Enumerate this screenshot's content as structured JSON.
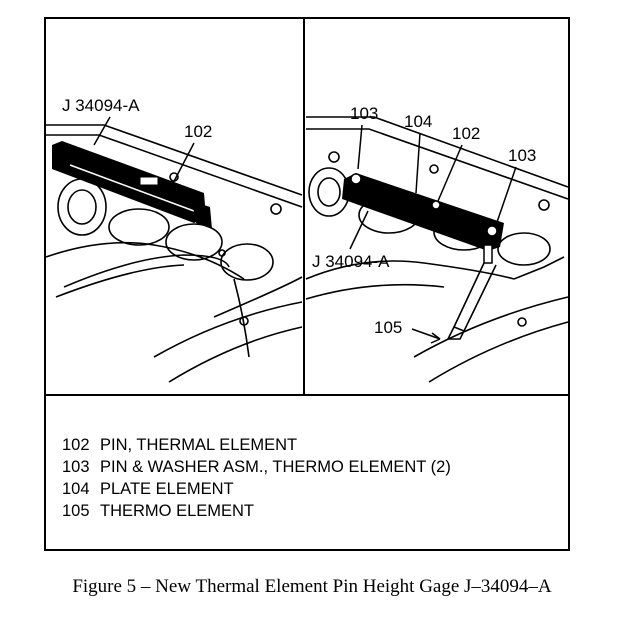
{
  "diagram": {
    "left_panel": {
      "labels": {
        "tool": "J 34094-A",
        "pin": "102"
      }
    },
    "right_panel": {
      "labels": {
        "washer_left": "103",
        "plate": "104",
        "pin": "102",
        "washer_right": "103",
        "tool": "J 34094-A",
        "thermo": "105"
      }
    }
  },
  "legend": [
    {
      "num": "102",
      "text": "PIN, THERMAL ELEMENT"
    },
    {
      "num": "103",
      "text": "PIN & WASHER ASM., THERMO ELEMENT (2)"
    },
    {
      "num": "104",
      "text": "PLATE ELEMENT"
    },
    {
      "num": "105",
      "text": "THERMO ELEMENT"
    }
  ],
  "caption": "Figure 5 – New Thermal Element Pin Height Gage J–34094–A"
}
